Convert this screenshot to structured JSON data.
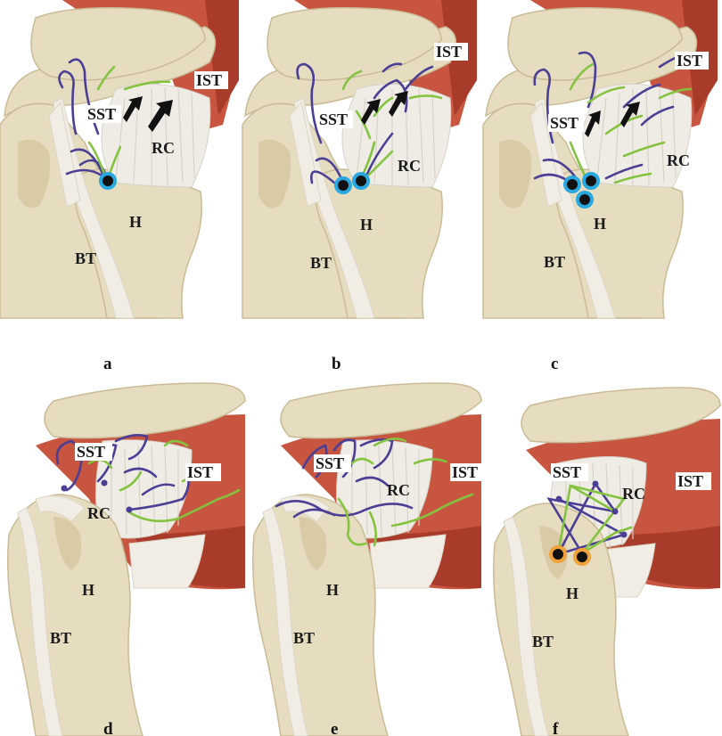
{
  "panels": [
    {
      "letter": "a",
      "labels": {
        "sst": "SST",
        "ist": "IST",
        "rc": "RC",
        "h": "H",
        "bt": "BT"
      }
    },
    {
      "letter": "b",
      "labels": {
        "sst": "SST",
        "ist": "IST",
        "rc": "RC",
        "h": "H",
        "bt": "BT"
      }
    },
    {
      "letter": "c",
      "labels": {
        "sst": "SST",
        "ist": "IST",
        "rc": "RC",
        "h": "H",
        "bt": "BT"
      }
    },
    {
      "letter": "d",
      "labels": {
        "sst": "SST",
        "ist": "IST",
        "rc": "RC",
        "h": "H",
        "bt": "BT"
      }
    },
    {
      "letter": "e",
      "labels": {
        "sst": "SST",
        "ist": "IST",
        "rc": "RC",
        "h": "H",
        "bt": "BT"
      }
    },
    {
      "letter": "f",
      "labels": {
        "sst": "SST",
        "ist": "IST",
        "rc": "RC",
        "h": "H",
        "bt": "BT"
      }
    }
  ],
  "colors": {
    "suture_purple": "#4a3f95",
    "suture_green": "#84c33f",
    "anchor_ring_blue": "#29a8e0",
    "anchor_ring_orange": "#f2a23a",
    "muscle": "#c7553f",
    "bone": "#e6dcc0"
  },
  "anchors": {
    "a": 1,
    "b": 2,
    "c": 3,
    "d": 0,
    "e": 0,
    "f": 2
  }
}
